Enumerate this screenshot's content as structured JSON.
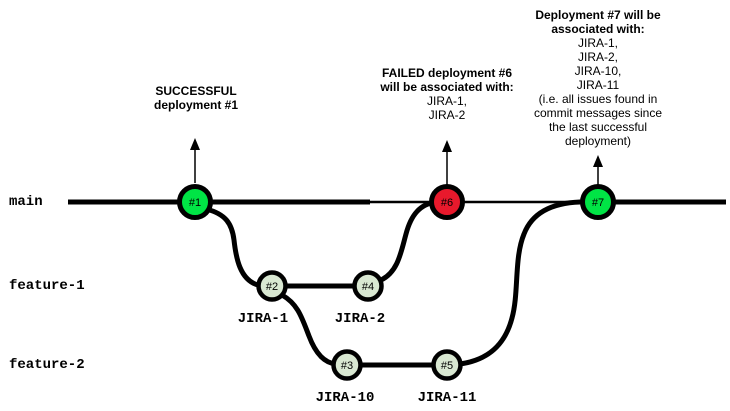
{
  "colors": {
    "success_green": "#00e445",
    "failed_red": "#e8192c",
    "feature_green": "#d9e8d2",
    "line_black": "#000000"
  },
  "branches": [
    {
      "label": "main"
    },
    {
      "label": "feature-1"
    },
    {
      "label": "feature-2"
    }
  ],
  "nodes": [
    {
      "label": "#1",
      "branch": "main",
      "status": "successful-deployment"
    },
    {
      "label": "#2",
      "branch": "feature-1",
      "status": "commit"
    },
    {
      "label": "#3",
      "branch": "feature-2",
      "status": "commit"
    },
    {
      "label": "#4",
      "branch": "feature-1",
      "status": "commit"
    },
    {
      "label": "#5",
      "branch": "feature-2",
      "status": "commit"
    },
    {
      "label": "#6",
      "branch": "main",
      "status": "failed-deployment"
    },
    {
      "label": "#7",
      "branch": "main",
      "status": "successful-deployment"
    }
  ],
  "commit_issue_labels": [
    {
      "label": "JIRA-1"
    },
    {
      "label": "JIRA-2"
    },
    {
      "label": "JIRA-10"
    },
    {
      "label": "JIRA-11"
    }
  ],
  "annotations": {
    "deployment1": {
      "bold_lines": [
        "SUCCESSFUL",
        "deployment #1"
      ]
    },
    "deployment6": {
      "bold_lines": [
        "FAILED deployment #6",
        "will be associated with:"
      ],
      "lines": [
        "JIRA-1,",
        "JIRA-2"
      ]
    },
    "deployment7": {
      "bold_lines": [
        "Deployment #7 will be",
        "associated with:"
      ],
      "lines": [
        "JIRA-1,",
        "JIRA-2,",
        "JIRA-10,",
        "JIRA-11",
        "(i.e. all issues found in",
        "commit messages since",
        "the last successful",
        "deployment)"
      ]
    }
  }
}
